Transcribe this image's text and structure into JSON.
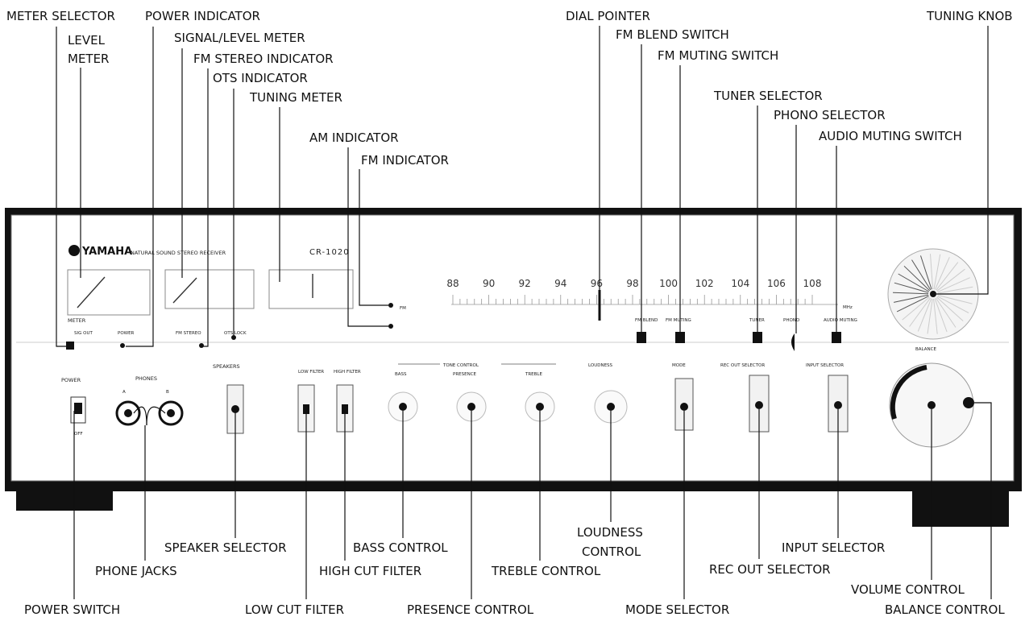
{
  "receiver": {
    "brand": "YAMAHA",
    "subtitle": "NATURAL SOUND STEREO RECEIVER",
    "model": "CR-1020",
    "dial_numbers": [
      "88",
      "90",
      "92",
      "94",
      "96",
      "98",
      "100",
      "102",
      "104",
      "106",
      "108"
    ],
    "dial_unit": "MHz",
    "dial_fm": "FM",
    "meter_label": "METER",
    "meter_sw_a": "SIG OUT",
    "meter_sw_b": "POWER",
    "meter_sw_c": "FM STEREO",
    "meter_sw_d": "OTS LOCK",
    "power_label": "POWER",
    "power_off": "OFF",
    "phones_label": "PHONES",
    "phones_a": "A",
    "phones_b": "B",
    "speakers_label": "SPEAKERS",
    "low_filter": "LOW FILTER",
    "high_filter": "HIGH FILTER",
    "tone_control": "TONE CONTROL",
    "bass": "BASS",
    "presence": "PRESENCE",
    "treble": "TREBLE",
    "loudness": "LOUDNESS",
    "mode": "MODE",
    "rec_out_selector": "REC OUT SELECTOR",
    "input_selector": "INPUT SELECTOR",
    "balance": "BALANCE",
    "fm_blend": "FM BLEND",
    "fm_muting": "FM MUTING",
    "tuner": "TUNER",
    "phono": "PHONO",
    "audio_muting": "AUDIO MUTING"
  },
  "callouts": {
    "meter_selector": "METER SELECTOR",
    "level_meter_1": "LEVEL",
    "level_meter_2": "METER",
    "power_indicator": "POWER INDICATOR",
    "signal_level_meter": "SIGNAL/LEVEL METER",
    "fm_stereo_indicator": "FM STEREO INDICATOR",
    "ots_indicator": "OTS INDICATOR",
    "tuning_meter": "TUNING METER",
    "am_indicator": "AM INDICATOR",
    "fm_indicator": "FM INDICATOR",
    "dial_pointer": "DIAL POINTER",
    "fm_blend_switch": "FM BLEND SWITCH",
    "fm_muting_switch": "FM MUTING SWITCH",
    "tuner_selector": "TUNER SELECTOR",
    "phono_selector": "PHONO SELECTOR",
    "audio_muting_switch": "AUDIO MUTING SWITCH",
    "tuning_knob": "TUNING KNOB",
    "speaker_selector": "SPEAKER SELECTOR",
    "bass_control": "BASS CONTROL",
    "loudness_control_1": "LOUDNESS",
    "loudness_control_2": "CONTROL",
    "input_selector": "INPUT SELECTOR",
    "phone_jacks": "PHONE JACKS",
    "high_cut_filter": "HIGH CUT FILTER",
    "treble_control": "TREBLE CONTROL",
    "rec_out_selector": "REC OUT SELECTOR",
    "volume_control": "VOLUME CONTROL",
    "power_switch": "POWER SWITCH",
    "low_cut_filter": "LOW CUT FILTER",
    "presence_control": "PRESENCE CONTROL",
    "mode_selector": "MODE SELECTOR",
    "balance_control": "BALANCE CONTROL"
  }
}
